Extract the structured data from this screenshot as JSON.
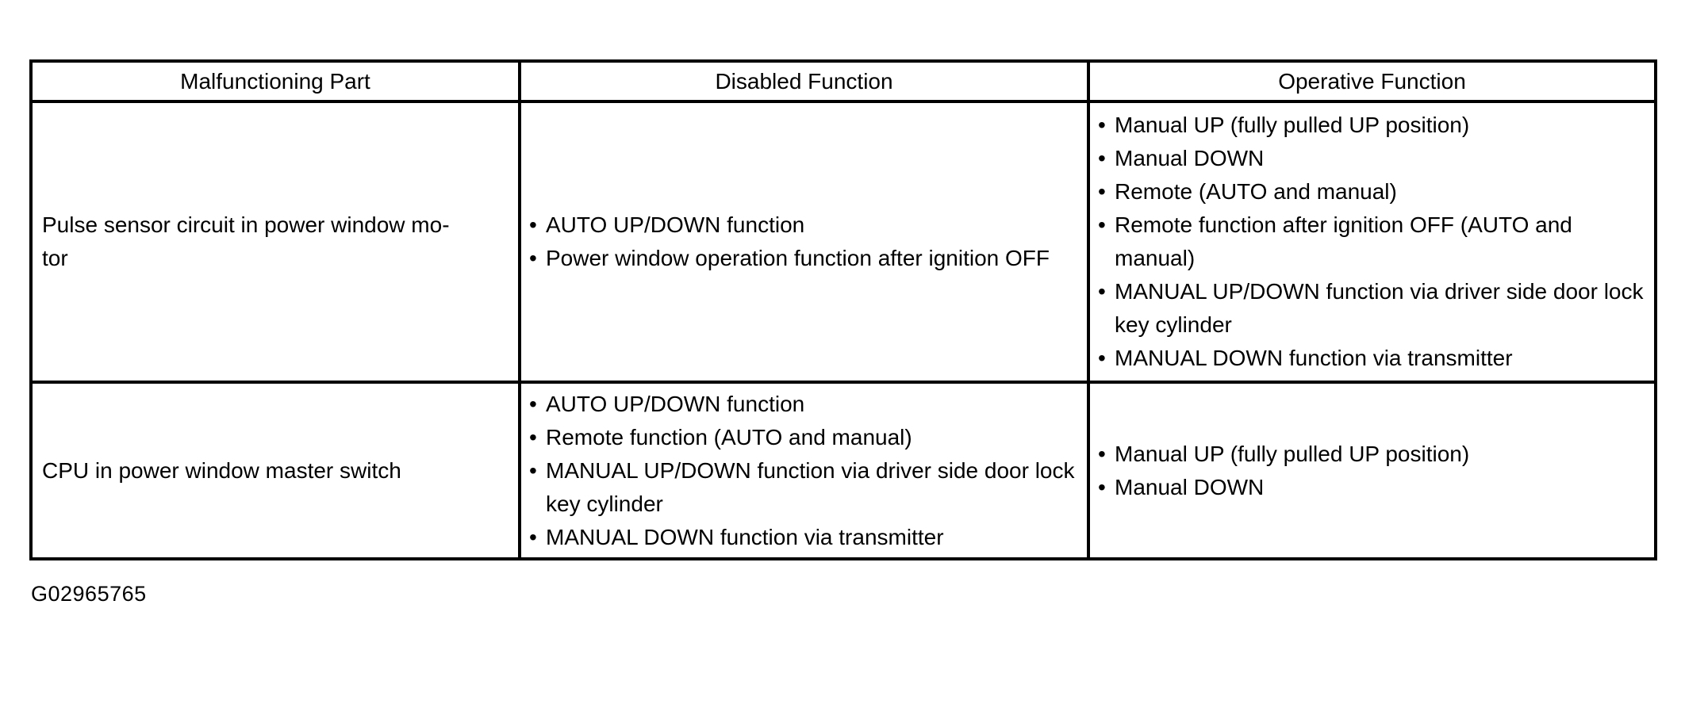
{
  "page": {
    "figure_id": "G02965765"
  },
  "table": {
    "columns": [
      "Malfunctioning Part",
      "Disabled Function",
      "Operative Function"
    ],
    "rows": [
      {
        "part": "Pulse sensor circuit in power window mo-\ntor",
        "disabled": [
          "AUTO UP/DOWN function",
          "Power window operation function after ignition OFF"
        ],
        "operative": [
          "Manual UP (fully pulled UP position)",
          "Manual DOWN",
          "Remote (AUTO and manual)",
          "Remote function after ignition OFF (AUTO and manual)",
          "MANUAL UP/DOWN function via driver side door lock key cylinder",
          "MANUAL DOWN function via transmitter"
        ]
      },
      {
        "part": "CPU in power window master switch",
        "disabled": [
          "AUTO UP/DOWN function",
          "Remote function (AUTO and manual)",
          "MANUAL UP/DOWN function via driver side door lock key cylinder",
          "MANUAL DOWN function via transmitter"
        ],
        "operative": [
          "Manual UP (fully pulled UP position)",
          "Manual DOWN"
        ]
      }
    ]
  }
}
